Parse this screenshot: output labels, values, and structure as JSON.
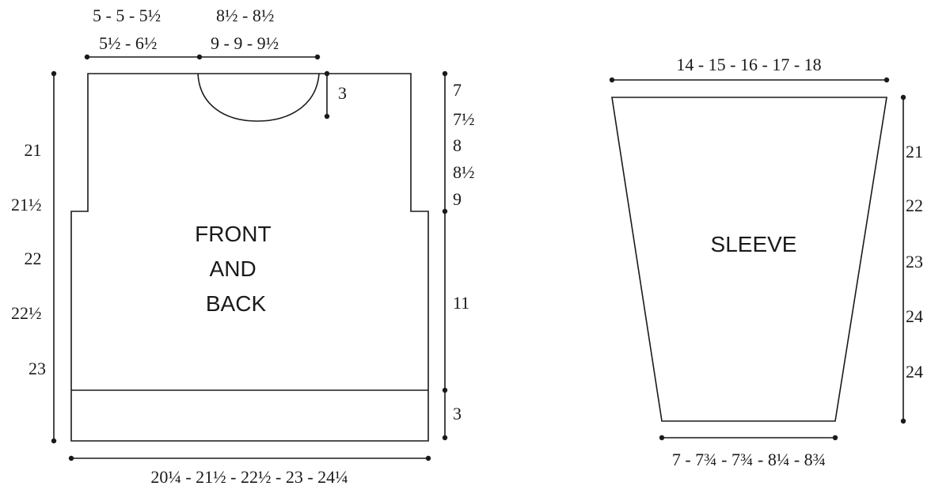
{
  "front_back": {
    "label_lines": [
      "FRONT",
      "AND",
      "BACK"
    ],
    "shoulder_width": "5 - 5 - 5½",
    "shoulder_width_2": "5½ - 6½",
    "neck_width": "8½ - 8½",
    "neck_width_2": "9 - 9 - 9½",
    "neck_depth": "3",
    "length": [
      "21",
      "21½",
      "22",
      "22½",
      "23"
    ],
    "armhole_depth": [
      "7",
      "7½",
      "8",
      "8½",
      "9"
    ],
    "side_length": "11",
    "ribbing_height": "3",
    "bottom_width": "20¼ - 21½ - 22½ - 23 - 24¼"
  },
  "sleeve": {
    "label": "SLEEVE",
    "top_width": "14 - 15 - 16 - 17 - 18",
    "length": [
      "21",
      "22",
      "23",
      "24",
      "24"
    ],
    "cuff_width": "7 - 7¾ - 7¾ - 8¼ - 8¾"
  }
}
